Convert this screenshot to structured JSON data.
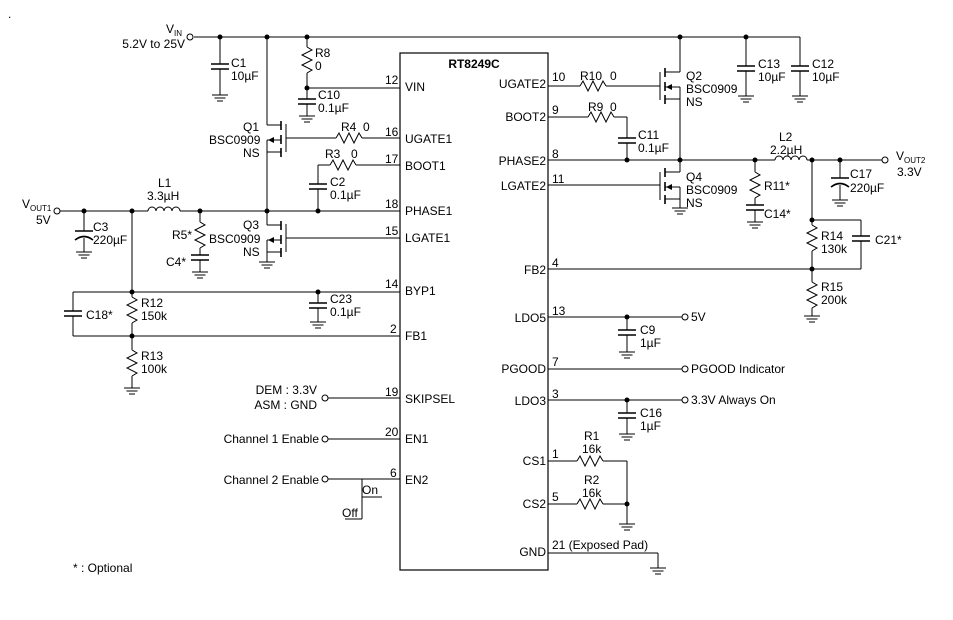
{
  "ic": {
    "name": "RT8249C"
  },
  "vin": {
    "label_main": "V",
    "label_sub": "IN",
    "range": "5.2V to 25V"
  },
  "vout1": {
    "label_main": "V",
    "label_sub": "OUT1",
    "value": "5V"
  },
  "vout2": {
    "label_main": "V",
    "label_sub": "OUT2",
    "value": "3.3V"
  },
  "pins_left": [
    {
      "num": "12",
      "name": "VIN"
    },
    {
      "num": "16",
      "name": "UGATE1"
    },
    {
      "num": "17",
      "name": "BOOT1"
    },
    {
      "num": "18",
      "name": "PHASE1"
    },
    {
      "num": "15",
      "name": "LGATE1"
    },
    {
      "num": "14",
      "name": "BYP1"
    },
    {
      "num": "2",
      "name": "FB1"
    },
    {
      "num": "19",
      "name": "SKIPSEL"
    },
    {
      "num": "20",
      "name": "EN1"
    },
    {
      "num": "6",
      "name": "EN2"
    }
  ],
  "pins_right": [
    {
      "num": "10",
      "name": "UGATE2"
    },
    {
      "num": "9",
      "name": "BOOT2"
    },
    {
      "num": "8",
      "name": "PHASE2"
    },
    {
      "num": "11",
      "name": "LGATE2"
    },
    {
      "num": "4",
      "name": "FB2"
    },
    {
      "num": "13",
      "name": "LDO5"
    },
    {
      "num": "7",
      "name": "PGOOD"
    },
    {
      "num": "3",
      "name": "LDO3"
    },
    {
      "num": "1",
      "name": "CS1"
    },
    {
      "num": "5",
      "name": "CS2"
    },
    {
      "num": "21 (Exposed Pad)",
      "name": "GND"
    }
  ],
  "components": {
    "c1": {
      "ref": "C1",
      "val": "10µF"
    },
    "r8": {
      "ref": "R8",
      "val": "0"
    },
    "c10": {
      "ref": "C10",
      "val": "0.1µF"
    },
    "q1": {
      "ref": "Q1",
      "part": "BSC0909",
      "sub": "NS"
    },
    "r4": {
      "ref": "R4",
      "val": "0"
    },
    "r3": {
      "ref": "R3",
      "val": "0"
    },
    "c2": {
      "ref": "C2",
      "val": "0.1µF"
    },
    "l1": {
      "ref": "L1",
      "val": "3.3µH"
    },
    "c3": {
      "ref": "C3",
      "val": "220µF"
    },
    "r5": {
      "ref": "R5*"
    },
    "c4": {
      "ref": "C4*"
    },
    "q3": {
      "ref": "Q3",
      "part": "BSC0909",
      "sub": "NS"
    },
    "c23": {
      "ref": "C23",
      "val": "0.1µF"
    },
    "c18": {
      "ref": "C18*"
    },
    "r12": {
      "ref": "R12",
      "val": "150k"
    },
    "r13": {
      "ref": "R13",
      "val": "100k"
    },
    "r10": {
      "ref": "R10",
      "val": "0"
    },
    "q2": {
      "ref": "Q2",
      "part": "BSC0909",
      "sub": "NS"
    },
    "c13": {
      "ref": "C13",
      "val": "10µF"
    },
    "c12": {
      "ref": "C12",
      "val": "10µF"
    },
    "r9": {
      "ref": "R9",
      "val": "0"
    },
    "c11": {
      "ref": "C11",
      "val": "0.1µF"
    },
    "l2": {
      "ref": "L2",
      "val": "2.2µH"
    },
    "q4": {
      "ref": "Q4",
      "part": "BSC0909",
      "sub": "NS"
    },
    "r11": {
      "ref": "R11*"
    },
    "c14": {
      "ref": "C14*"
    },
    "c17": {
      "ref": "C17",
      "val": "220µF"
    },
    "r14": {
      "ref": "R14",
      "val": "130k"
    },
    "c21": {
      "ref": "C21*"
    },
    "r15": {
      "ref": "R15",
      "val": "200k"
    },
    "c9": {
      "ref": "C9",
      "val": "1µF"
    },
    "c16": {
      "ref": "C16",
      "val": "1µF"
    },
    "r1": {
      "ref": "R1",
      "val": "16k"
    },
    "r2": {
      "ref": "R2",
      "val": "16k"
    }
  },
  "labels": {
    "dem": "DEM : 3.3V",
    "asm": "ASM : GND",
    "ch1_enable": "Channel 1 Enable",
    "ch2_enable": "Channel 2 Enable",
    "on": "On",
    "off": "Off",
    "ldo5_out": "5V",
    "pgood_out": "PGOOD Indicator",
    "ldo3_out": "3.3V Always On",
    "optional_note": "* : Optional",
    "corner_mark": "."
  }
}
